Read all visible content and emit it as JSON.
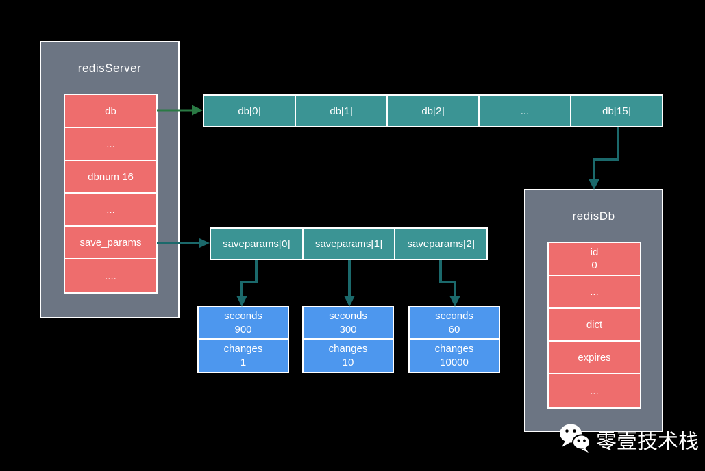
{
  "page": {
    "background": "#000000"
  },
  "colors": {
    "struct_gray": "#6C7583",
    "field_red": "#EE6D6D",
    "array_teal": "#3B9494",
    "node_blue": "#4D97EE",
    "arrow_green": "#2A7A44",
    "arrow_teal": "#1B696B",
    "border_white": "#FFFFFF",
    "background_black": "#000000"
  },
  "redis_server": {
    "title": "redisServer",
    "fields": [
      "db",
      "...",
      "dbnum 16",
      "...",
      "save_params",
      "...."
    ]
  },
  "db_array": {
    "cells": [
      "db[0]",
      "db[1]",
      "db[2]",
      "...",
      "db[15]"
    ]
  },
  "saveparams_array": {
    "cells": [
      "saveparams[0]",
      "saveparams[1]",
      "saveparams[2]"
    ]
  },
  "saveparam_nodes": [
    {
      "label1": "seconds",
      "value1": "900",
      "label2": "changes",
      "value2": "1"
    },
    {
      "label1": "seconds",
      "value1": "300",
      "label2": "changes",
      "value2": "10"
    },
    {
      "label1": "seconds",
      "value1": "60",
      "label2": "changes",
      "value2": "10000"
    }
  ],
  "redis_db": {
    "title": "redisDb",
    "fields": [
      {
        "label": "id",
        "value": "0"
      },
      {
        "label": "..."
      },
      {
        "label": "dict"
      },
      {
        "label": "expires"
      },
      {
        "label": "..."
      }
    ]
  },
  "watermark": {
    "icon": "wechat-icon",
    "text": "零壹技术栈"
  }
}
